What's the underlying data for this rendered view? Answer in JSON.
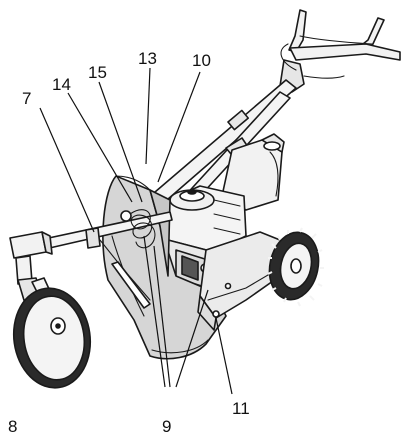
{
  "callouts": {
    "c7": "7",
    "c14": "14",
    "c15": "15",
    "c13": "13",
    "c10": "10",
    "c8": "8",
    "c9": "9",
    "c11": "11"
  },
  "colors": {
    "ink": "#1a1a1a",
    "light_fill": "#eeeeee",
    "mid_fill": "#d3d3d3",
    "dark_fill": "#555555",
    "background": "#ffffff"
  }
}
